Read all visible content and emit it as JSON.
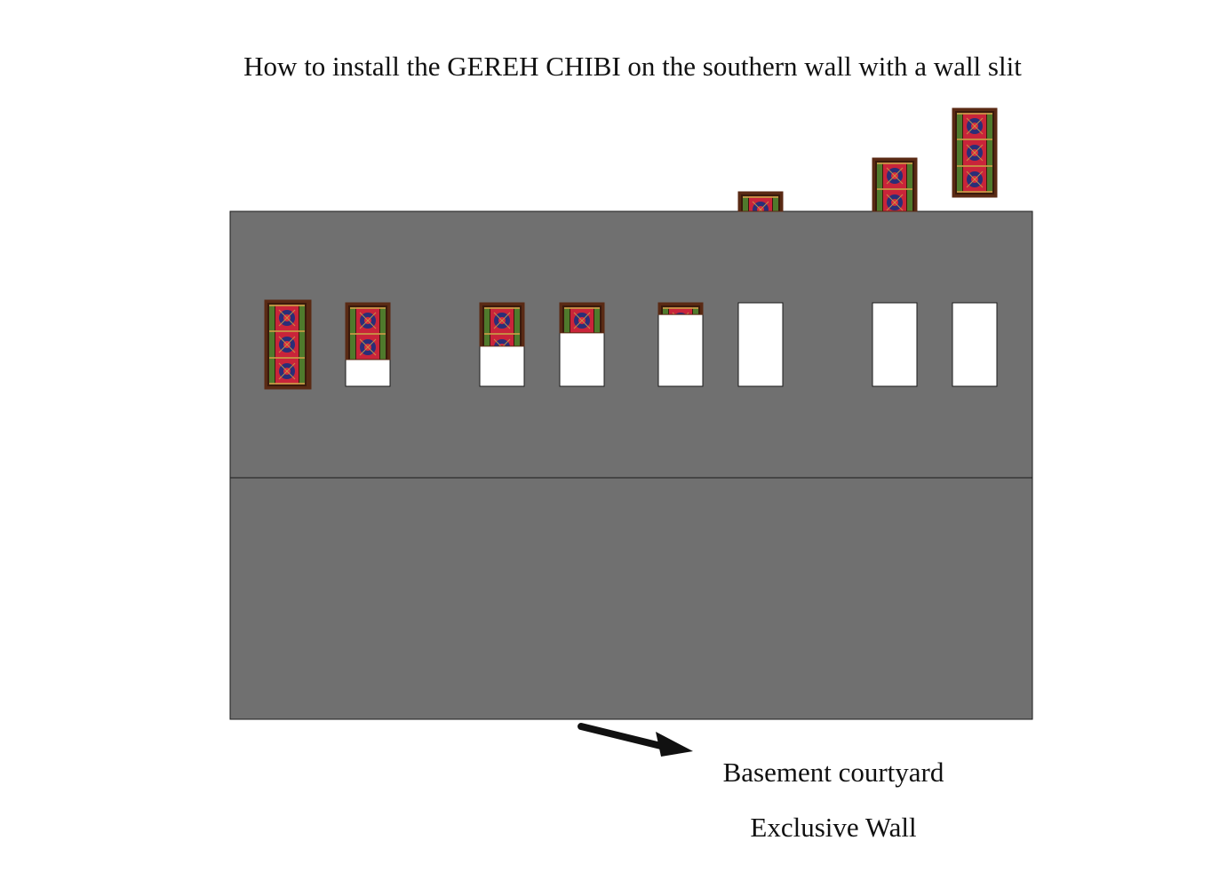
{
  "title": "How to install the GEREH CHIBI on the southern wall with a wall slit",
  "labels": {
    "courtyard": "Basement courtyard",
    "wall": "Exclusive Wall"
  },
  "colors": {
    "wall": "#707070",
    "slot": "#ffffff",
    "outline": "#1a1a1a",
    "panel_frame": "#5a2a14",
    "panel_red": "#d8283c",
    "panel_green": "#4f7a2c",
    "panel_blue": "#2a2e78",
    "panel_gold": "#c89a44",
    "arrow": "#111111"
  },
  "slots": [
    {
      "id": "slot-1",
      "panel_fill": 1.0,
      "panel_state": "installed"
    },
    {
      "id": "slot-2",
      "panel_fill": 0.68,
      "panel_state": "sliding-in"
    },
    {
      "id": "slot-3",
      "panel_fill": 0.52,
      "panel_state": "sliding-in"
    },
    {
      "id": "slot-4",
      "panel_fill": 0.36,
      "panel_state": "sliding-in"
    },
    {
      "id": "slot-5",
      "panel_fill": 0.14,
      "panel_state": "sliding-in"
    },
    {
      "id": "slot-6",
      "panel_fill": 0.0,
      "panel_state": "above-wall",
      "panel_visible_above": 0.22
    },
    {
      "id": "slot-7",
      "panel_fill": 0.0,
      "panel_state": "above-wall",
      "panel_visible_above": 0.6
    },
    {
      "id": "slot-8",
      "panel_fill": 0.0,
      "panel_state": "above-wall",
      "panel_visible_above": 1.0
    }
  ],
  "icons": {
    "arrow": "arrow-right-icon",
    "panel": "lattice-window-panel-icon"
  }
}
